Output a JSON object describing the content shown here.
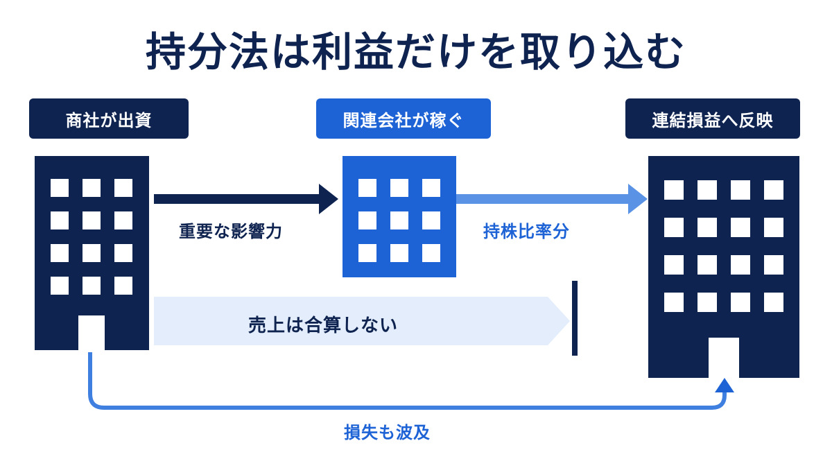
{
  "title": "持分法は利益だけを取り込む",
  "labels": {
    "investor": "商社が出資",
    "affiliate": "関連会社が稼ぐ",
    "consolidated": "連結損益へ反映"
  },
  "arrows": {
    "influence": "重要な影響力",
    "equity_share": "持株比率分",
    "no_revenue": "売上は合算しない",
    "loss_spread": "損失も波及"
  },
  "colors": {
    "navy": "#0f2350",
    "blue": "#1e63d6",
    "light_blue": "#5a93e6",
    "pale_blue": "#e3edfb"
  }
}
